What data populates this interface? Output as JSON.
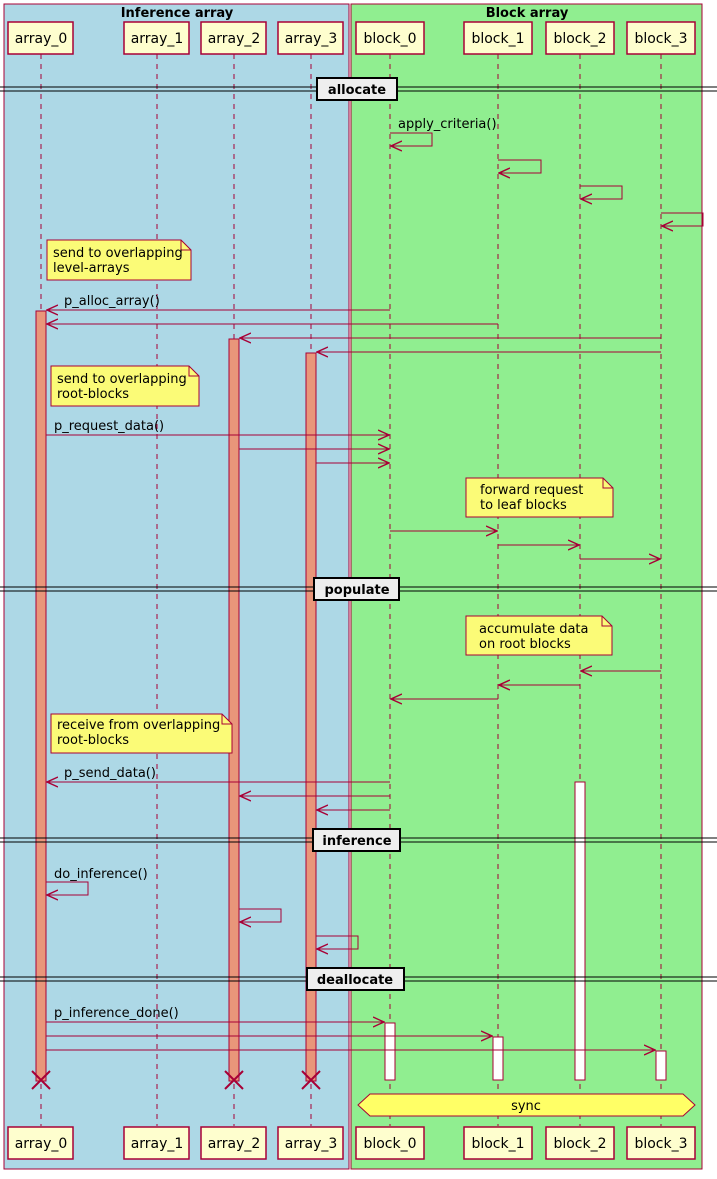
{
  "boxes": [
    {
      "title": "Inference array",
      "color": "#ADD8E6"
    },
    {
      "title": "Block array",
      "color": "#90EE90"
    }
  ],
  "participants": [
    "array_0",
    "array_1",
    "array_2",
    "array_3",
    "block_0",
    "block_1",
    "block_2",
    "block_3"
  ],
  "dividers": [
    "allocate",
    "populate",
    "inference",
    "deallocate"
  ],
  "messages": {
    "apply_criteria": "apply_criteria()",
    "p_alloc_array": "p_alloc_array()",
    "p_request_data": "p_request_data()",
    "p_send_data": "p_send_data()",
    "do_inference": "do_inference()",
    "p_inference_done": "p_inference_done()"
  },
  "notes": [
    {
      "lines": [
        "send to overlapping",
        "level-arrays"
      ]
    },
    {
      "lines": [
        "send to overlapping",
        "root-blocks"
      ]
    },
    {
      "lines": [
        "forward request",
        "to leaf blocks"
      ]
    },
    {
      "lines": [
        "accumulate data",
        "on root blocks"
      ]
    },
    {
      "lines": [
        "receive from overlapping",
        "root-blocks"
      ]
    }
  ],
  "sync_label": "sync",
  "colors": {
    "arrow": "#A80036",
    "participant_fill": "#FEFECE",
    "note_fill": "#FBFB77",
    "activation_array": "#E9967A",
    "activation_block": "#FFFFFF",
    "sync_fill": "#FFFF66"
  }
}
